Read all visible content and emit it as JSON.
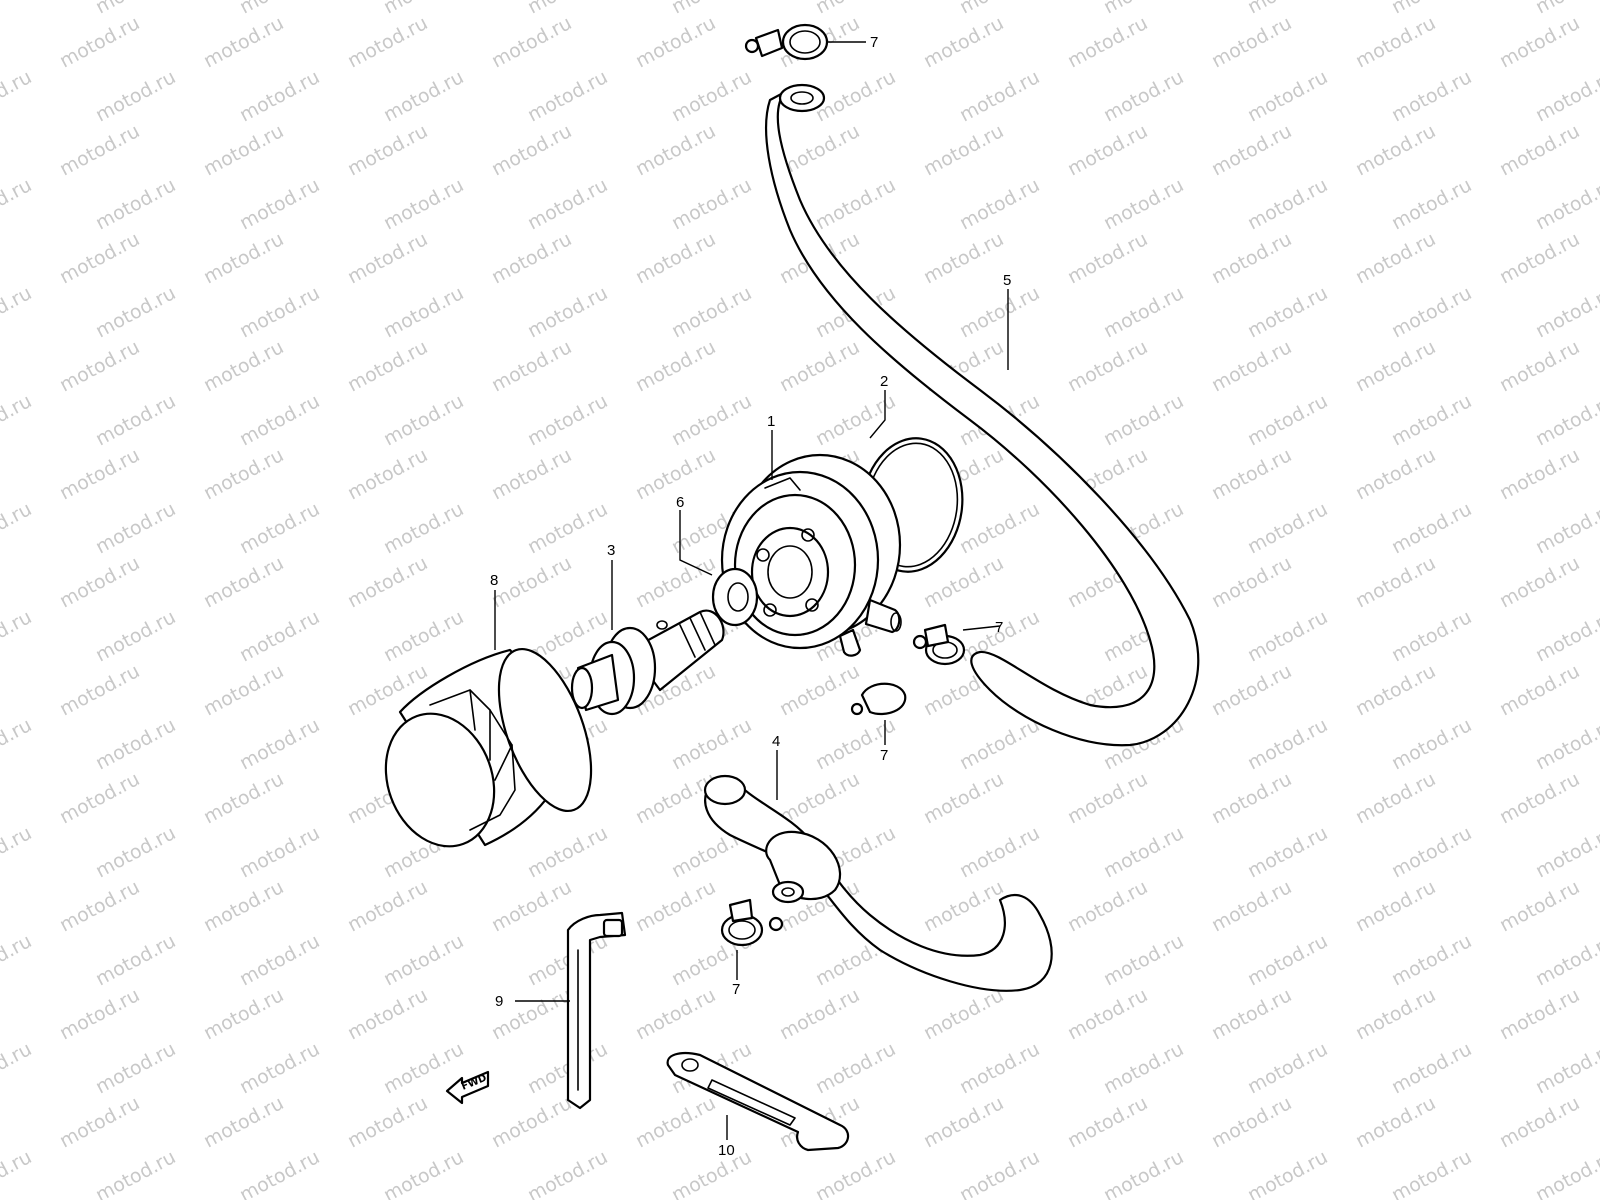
{
  "watermark": {
    "text": "motod.ru",
    "color": "#c8c8c8"
  },
  "direction_marker": {
    "label": "FWD"
  },
  "callouts": [
    {
      "id": "1",
      "label": "1",
      "part": "oil-cooler-adapter"
    },
    {
      "id": "2",
      "label": "2",
      "part": "o-ring"
    },
    {
      "id": "3",
      "label": "3",
      "part": "union-bolt"
    },
    {
      "id": "4",
      "label": "4",
      "part": "hose-lower"
    },
    {
      "id": "5",
      "label": "5",
      "part": "hose-upper"
    },
    {
      "id": "6",
      "label": "6",
      "part": "washer"
    },
    {
      "id": "7a",
      "label": "7",
      "part": "hose-clamp"
    },
    {
      "id": "7b",
      "label": "7",
      "part": "hose-clamp"
    },
    {
      "id": "7c",
      "label": "7",
      "part": "hose-clamp"
    },
    {
      "id": "7d",
      "label": "7",
      "part": "hose-clamp"
    },
    {
      "id": "8",
      "label": "8",
      "part": "oil-filter"
    },
    {
      "id": "9",
      "label": "9",
      "part": "clamp-strap"
    },
    {
      "id": "10",
      "label": "10",
      "part": "bracket"
    }
  ],
  "colors": {
    "line": "#000000",
    "background": "#ffffff"
  }
}
